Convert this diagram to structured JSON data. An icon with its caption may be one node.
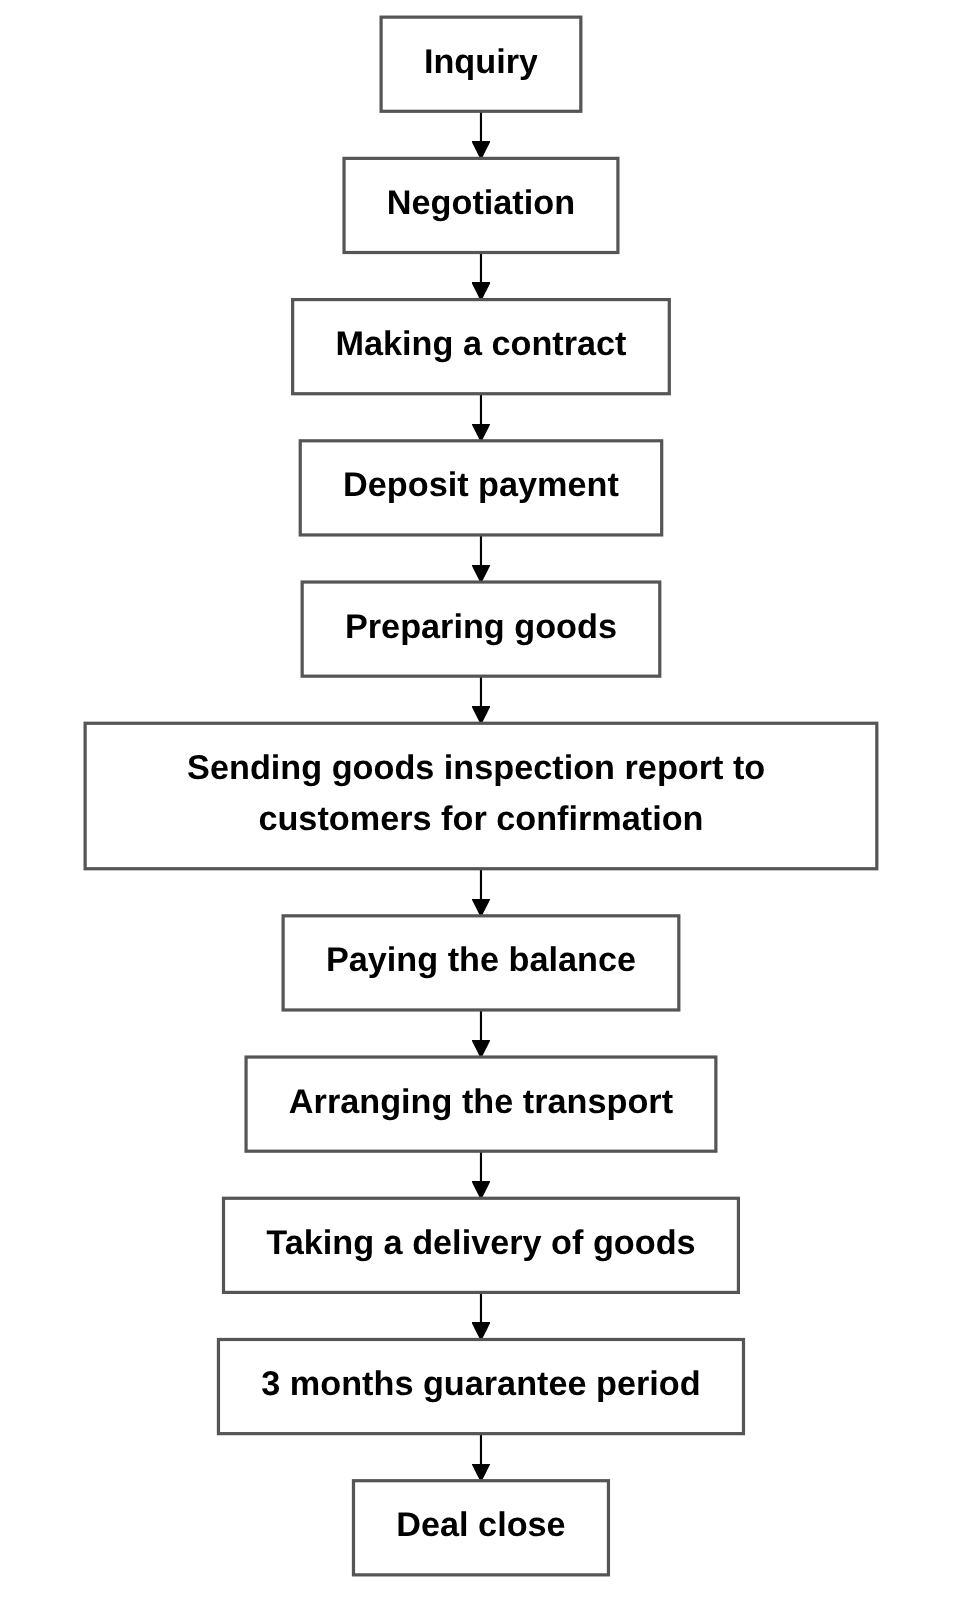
{
  "diagram": {
    "nodes": [
      {
        "text": [
          "Inquiry"
        ]
      },
      {
        "text": [
          "Negotiation"
        ]
      },
      {
        "text": [
          "Making a contract"
        ]
      },
      {
        "text": [
          "Deposit payment"
        ]
      },
      {
        "text": [
          "Preparing goods"
        ]
      },
      {
        "text": [
          "Sending goods inspection report to customers for confirmation"
        ]
      },
      {
        "text": [
          "Paying the balance"
        ]
      },
      {
        "text": [
          "Arranging the transport"
        ]
      },
      {
        "text": [
          "Taking a delivery of goods"
        ]
      },
      {
        "text": [
          "3 months guarantee period"
        ]
      },
      {
        "text": [
          "Deal close"
        ]
      }
    ],
    "edges": [
      {
        "from": 0,
        "to": 1,
        "arrow": "to"
      },
      {
        "from": 1,
        "to": 2,
        "arrow": "to"
      },
      {
        "from": 2,
        "to": 3,
        "arrow": "to"
      },
      {
        "from": 3,
        "to": 4,
        "arrow": "to"
      },
      {
        "from": 4,
        "to": 5,
        "arrow": "to"
      },
      {
        "from": 5,
        "to": 6,
        "arrow": "to"
      },
      {
        "from": 6,
        "to": 7,
        "arrow": "to"
      },
      {
        "from": 7,
        "to": 8,
        "arrow": "to"
      },
      {
        "from": 8,
        "to": 9,
        "arrow": "to"
      },
      {
        "from": 9,
        "to": 10,
        "arrow": "to"
      }
    ]
  }
}
